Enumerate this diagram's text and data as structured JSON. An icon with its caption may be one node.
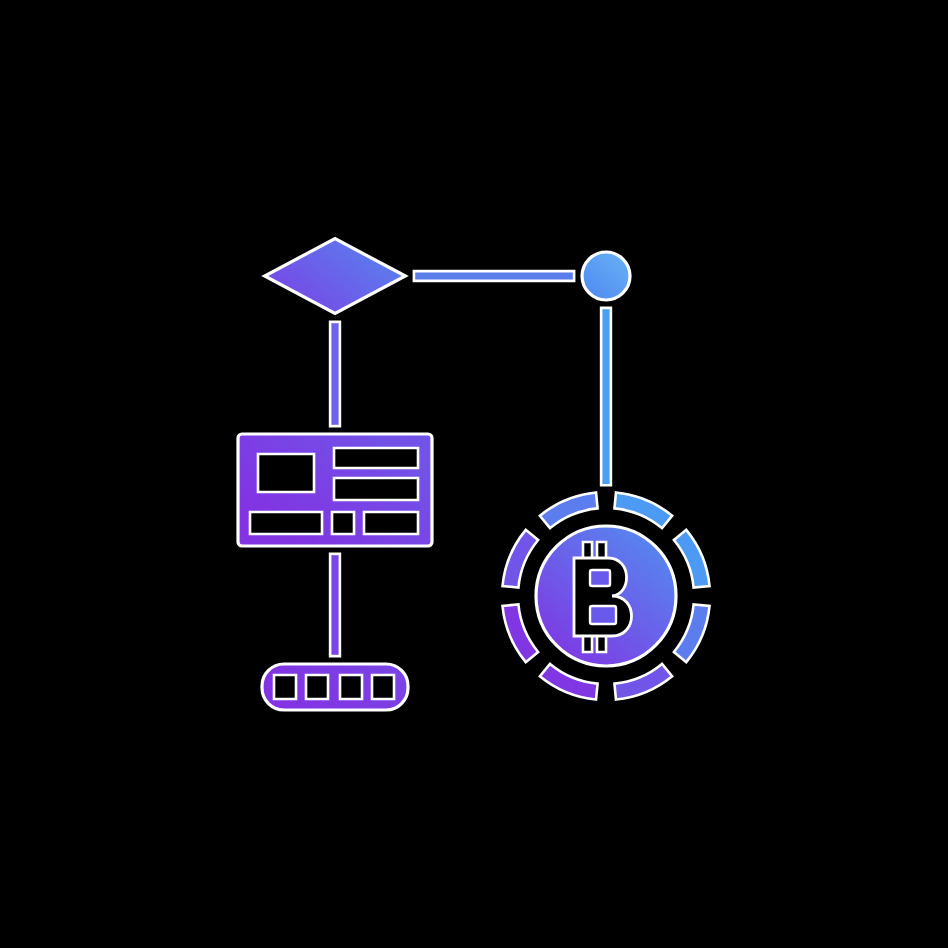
{
  "diagram": {
    "nodes": [
      {
        "text": [],
        "shape": "diamond"
      },
      {
        "text": [],
        "shape": "circle"
      },
      {
        "text": [],
        "shape": "box"
      },
      {
        "text": [],
        "shape": "coin"
      },
      {
        "text": [],
        "shape": "bar"
      }
    ],
    "edges": [
      {
        "from": 0,
        "to": 1,
        "arrow": "none"
      },
      {
        "from": 1,
        "to": 3,
        "arrow": "none"
      },
      {
        "from": 0,
        "to": 2,
        "arrow": "none"
      },
      {
        "from": 2,
        "to": 4,
        "arrow": "none"
      }
    ]
  }
}
